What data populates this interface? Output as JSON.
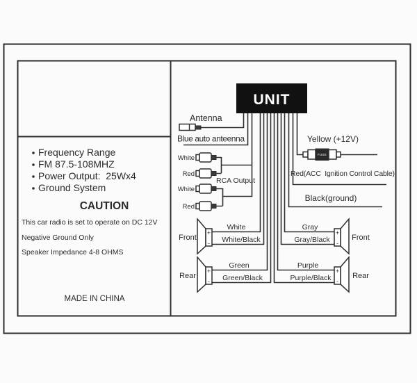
{
  "left_panel": {
    "specs": [
      "Frequency Range",
      "FM 87.5-108MHZ",
      "Power Output:  25Wx4",
      "Ground System"
    ],
    "caution_title": "CAUTION",
    "caution_lines": [
      "This car radio is set to operate on DC 12V",
      "Negative Ground Only",
      "Speaker Impedance 4-8 OHMS"
    ],
    "made_in": "MADE IN CHINA"
  },
  "diagram": {
    "unit_label": "UNIT",
    "antenna": {
      "label": "Antenna",
      "wire_label": "Blue auto anteenna"
    },
    "rca": {
      "group_label": "RCA Output",
      "plug_labels": [
        "White",
        "Red",
        "White",
        "Red"
      ]
    },
    "power": {
      "yellow_label": "Yellow (+12V)",
      "fuse_label": "FUSE",
      "acc_label": "Red(ACC  Ignition Control Cable)",
      "ground_label": "Black(ground)"
    },
    "speakers": [
      {
        "position": "Front",
        "side": "left",
        "wire_top": "White",
        "wire_bottom": "White/Black",
        "plus": "+",
        "minus": "-"
      },
      {
        "position": "Rear",
        "side": "left",
        "wire_top": "Green",
        "wire_bottom": "Green/Black",
        "plus": "+",
        "minus": "-"
      },
      {
        "position": "Front",
        "side": "right",
        "wire_top": "Gray",
        "wire_bottom": "Gray/Black",
        "plus": "+",
        "minus": "-"
      },
      {
        "position": "Rear",
        "side": "right",
        "wire_top": "Purple",
        "wire_bottom": "Purple/Black",
        "plus": "+",
        "minus": "-"
      }
    ]
  },
  "colors": {
    "line": "#2e2e2e",
    "unit_fill": "#111111",
    "background": "#fbfbfb"
  }
}
